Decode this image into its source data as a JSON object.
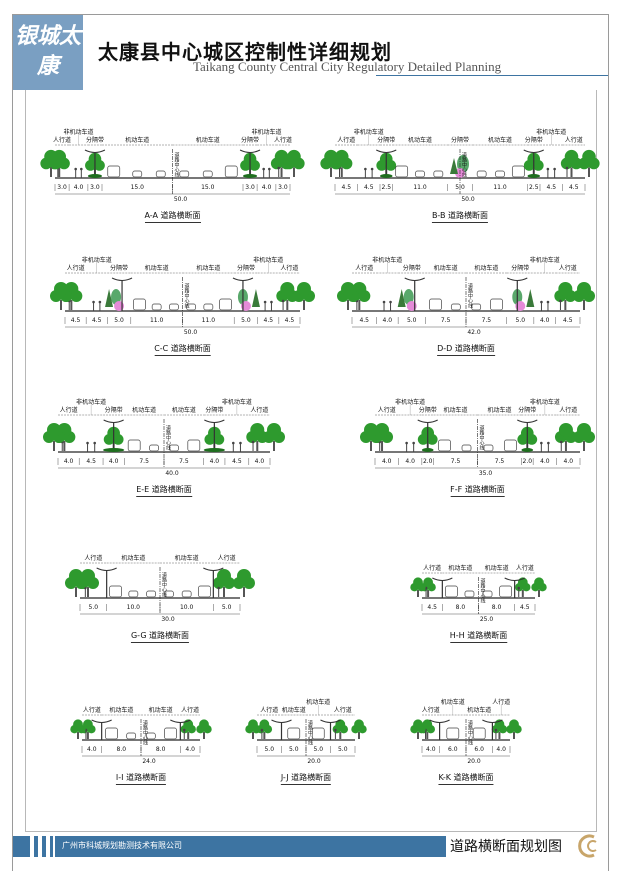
{
  "header": {
    "logo_text": "银城太康",
    "title_cn": "太康县中心城区控制性详细规划",
    "title_en": "Taikang County Central City Regulatory Detailed Planning"
  },
  "footer": {
    "company": "广州市科城规划勘测技术有限公司",
    "drawing_title": "道路横断面规划图"
  },
  "colors": {
    "brand": "#3d74a2",
    "tree": "#2e9a2e",
    "median_flower": "#e58ad8",
    "road": "#777777",
    "logo_gold": "#c8a56a"
  },
  "centerline_label": "道路中心线",
  "sections": [
    {
      "title": "A-A 道路横断面",
      "total": "50.0",
      "segments": [
        {
          "label": "人行道",
          "width": 3.0,
          "kind": "walk"
        },
        {
          "label": "非机动车道",
          "width": 4.0,
          "kind": "bike"
        },
        {
          "label": "分隔带",
          "width": 3.0,
          "kind": "divider"
        },
        {
          "label": "机动车道",
          "width": 15.0,
          "kind": "lane"
        },
        {
          "label": "机动车道",
          "width": 15.0,
          "kind": "lane"
        },
        {
          "label": "分隔带",
          "width": 3.0,
          "kind": "divider"
        },
        {
          "label": "非机动车道",
          "width": 4.0,
          "kind": "bike"
        },
        {
          "label": "人行道",
          "width": 3.0,
          "kind": "walk"
        }
      ]
    },
    {
      "title": "B-B 道路横断面",
      "total": "50.0",
      "segments": [
        {
          "label": "人行道",
          "width": 4.5,
          "kind": "walk"
        },
        {
          "label": "非机动车道",
          "width": 4.5,
          "kind": "bike"
        },
        {
          "label": "分隔带",
          "width": 2.5,
          "kind": "divider"
        },
        {
          "label": "机动车道",
          "width": 11.0,
          "kind": "lane"
        },
        {
          "label": "分隔带",
          "width": 5.0,
          "kind": "median"
        },
        {
          "label": "机动车道",
          "width": 11.0,
          "kind": "lane"
        },
        {
          "label": "分隔带",
          "width": 2.5,
          "kind": "divider"
        },
        {
          "label": "非机动车道",
          "width": 4.5,
          "kind": "bike"
        },
        {
          "label": "人行道",
          "width": 4.5,
          "kind": "walk"
        }
      ]
    },
    {
      "title": "C-C 道路横断面",
      "total": "50.0",
      "segments": [
        {
          "label": "人行道",
          "width": 4.5,
          "kind": "walk"
        },
        {
          "label": "非机动车道",
          "width": 4.5,
          "kind": "bike"
        },
        {
          "label": "分隔带",
          "width": 5.0,
          "kind": "divider2"
        },
        {
          "label": "机动车道",
          "width": 11.0,
          "kind": "lane"
        },
        {
          "label": "机动车道",
          "width": 11.0,
          "kind": "lane"
        },
        {
          "label": "分隔带",
          "width": 5.0,
          "kind": "divider2"
        },
        {
          "label": "非机动车道",
          "width": 4.5,
          "kind": "bike"
        },
        {
          "label": "人行道",
          "width": 4.5,
          "kind": "walk"
        }
      ]
    },
    {
      "title": "D-D 道路横断面",
      "total": "42.0",
      "segments": [
        {
          "label": "人行道",
          "width": 4.5,
          "kind": "walk"
        },
        {
          "label": "非机动车道",
          "width": 4.0,
          "kind": "bike"
        },
        {
          "label": "分隔带",
          "width": 5.0,
          "kind": "divider2"
        },
        {
          "label": "机动车道",
          "width": 7.5,
          "kind": "lane"
        },
        {
          "label": "机动车道",
          "width": 7.5,
          "kind": "lane"
        },
        {
          "label": "分隔带",
          "width": 5.0,
          "kind": "divider2"
        },
        {
          "label": "非机动车道",
          "width": 4.0,
          "kind": "bike"
        },
        {
          "label": "人行道",
          "width": 4.5,
          "kind": "walk"
        }
      ]
    },
    {
      "title": "E-E 道路横断面",
      "total": "40.0",
      "segments": [
        {
          "label": "人行道",
          "width": 4.0,
          "kind": "walk"
        },
        {
          "label": "非机动车道",
          "width": 4.5,
          "kind": "bike"
        },
        {
          "label": "分隔带",
          "width": 4.0,
          "kind": "divider"
        },
        {
          "label": "机动车道",
          "width": 7.5,
          "kind": "lane"
        },
        {
          "label": "机动车道",
          "width": 7.5,
          "kind": "lane"
        },
        {
          "label": "分隔带",
          "width": 4.0,
          "kind": "divider"
        },
        {
          "label": "非机动车道",
          "width": 4.5,
          "kind": "bike"
        },
        {
          "label": "人行道",
          "width": 4.0,
          "kind": "walk"
        }
      ]
    },
    {
      "title": "F-F 道路横断面",
      "total": "35.0",
      "segments": [
        {
          "label": "人行道",
          "width": 4.0,
          "kind": "walk"
        },
        {
          "label": "非机动车道",
          "width": 4.0,
          "kind": "bike"
        },
        {
          "label": "分隔带",
          "width": 2.0,
          "kind": "divider"
        },
        {
          "label": "机动车道",
          "width": 7.5,
          "kind": "lane"
        },
        {
          "label": "机动车道",
          "width": 7.5,
          "kind": "lane"
        },
        {
          "label": "分隔带",
          "width": 2.0,
          "kind": "divider"
        },
        {
          "label": "非机动车道",
          "width": 4.0,
          "kind": "bike"
        },
        {
          "label": "人行道",
          "width": 4.0,
          "kind": "walk"
        }
      ]
    },
    {
      "title": "G-G 道路横断面",
      "total": "30.0",
      "segments": [
        {
          "label": "人行道",
          "width": 5.0,
          "kind": "walk"
        },
        {
          "label": "机动车道",
          "width": 10.0,
          "kind": "lane"
        },
        {
          "label": "机动车道",
          "width": 10.0,
          "kind": "lane"
        },
        {
          "label": "人行道",
          "width": 5.0,
          "kind": "walk"
        }
      ]
    },
    {
      "title": "H-H 道路横断面",
      "total": "25.0",
      "segments": [
        {
          "label": "人行道",
          "width": 4.5,
          "kind": "walk"
        },
        {
          "label": "机动车道",
          "width": 8.0,
          "kind": "lane"
        },
        {
          "label": "机动车道",
          "width": 8.0,
          "kind": "lane"
        },
        {
          "label": "人行道",
          "width": 4.5,
          "kind": "walk"
        }
      ]
    },
    {
      "title": "I-I 道路横断面",
      "total": "24.0",
      "segments": [
        {
          "label": "人行道",
          "width": 4.0,
          "kind": "walk"
        },
        {
          "label": "机动车道",
          "width": 8.0,
          "kind": "lane"
        },
        {
          "label": "机动车道",
          "width": 8.0,
          "kind": "lane"
        },
        {
          "label": "人行道",
          "width": 4.0,
          "kind": "walk"
        }
      ]
    },
    {
      "title": "J-J 道路横断面",
      "total": "20.0",
      "segments": [
        {
          "label": "人行道",
          "width": 5.0,
          "kind": "walk"
        },
        {
          "label": "机动车道",
          "width": 5.0,
          "kind": "lane"
        },
        {
          "label": "机动车道",
          "width": 5.0,
          "kind": "lane"
        },
        {
          "label": "人行道",
          "width": 5.0,
          "kind": "walk"
        }
      ]
    },
    {
      "title": "K-K 道路横断面",
      "total": "20.0",
      "segments": [
        {
          "label": "人行道",
          "width": 4.0,
          "kind": "walk"
        },
        {
          "label": "机动车道",
          "width": 6.0,
          "kind": "lane"
        },
        {
          "label": "机动车道",
          "width": 6.0,
          "kind": "lane"
        },
        {
          "label": "人行道",
          "width": 4.0,
          "kind": "walk"
        }
      ]
    }
  ]
}
